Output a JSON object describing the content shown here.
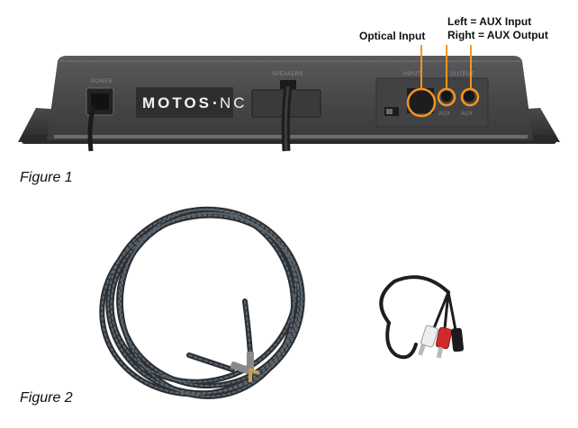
{
  "callouts": {
    "optical": "Optical Input",
    "aux_left": "Left = AUX Input",
    "aux_right": "Right = AUX Output"
  },
  "figure1": {
    "caption": "Figure 1",
    "brand_bold": "MOTOS",
    "brand_rest": "NC",
    "panel_labels": {
      "power": "POWER",
      "speakers": "SPEAKERS",
      "input": "INPUT",
      "output": "OUTPUT",
      "aux_in": "AUX",
      "aux_out": "AUX"
    }
  },
  "figure2": {
    "caption": "Figure 2"
  },
  "colors": {
    "callout_orange": "#f7941d",
    "device_body": "#4a4a4c",
    "device_dark": "#2c2c2e"
  }
}
